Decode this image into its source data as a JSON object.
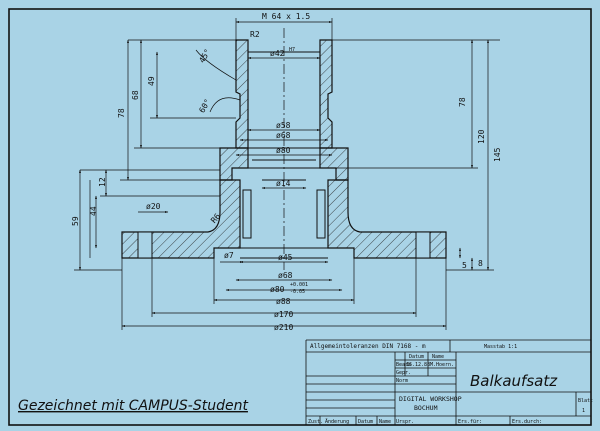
{
  "drawing": {
    "thread_label": "M 64 x 1.5",
    "radius_label": "R2",
    "dim_h78_left": "78",
    "dim_h68": "68",
    "dim_h49": "49",
    "angle_top": "45°",
    "angle_mid": "60°",
    "dia_42": "ø42",
    "dia_42_tol": "H7",
    "dia_58": "ø58",
    "dia_68_upper": "ø68",
    "dia_80_upper": "ø80",
    "dim_h78_right": "78",
    "dim_h120": "120",
    "dim_h145": "145",
    "dim_h12": "12",
    "dia_14": "ø14",
    "dim_h44": "44",
    "dim_h59": "59",
    "dia_20": "ø20",
    "radius_r6": "R6",
    "dia_7": "ø7",
    "dia_45": "ø45",
    "dim_h5": "5",
    "dim_h8": "8",
    "dia_68_lower": "ø68",
    "dia_80_fit": "ø80",
    "dia_80_tol_upper": "+0.001",
    "dia_80_tol_lower": "-0.05",
    "dia_88": "ø88",
    "dia_170": "ø170",
    "dia_210": "ø210"
  },
  "title_block": {
    "tolerance_note": "Allgemeintoleranzen DIN 7168 - m",
    "scale_label": "Masstab 1:1",
    "col_datum": "Datum",
    "col_name": "Name",
    "row_bearb": "Bearb",
    "bearb_date": "16.12.88",
    "bearb_name": "M.Hoern.",
    "row_gepr": "Gepr.",
    "row_norm": "Norm",
    "company_line1": "DIGITAL WORKSHOP",
    "company_line2": "BOCHUM",
    "part_title": "Balkaufsatz",
    "sheet_label": "Blatt",
    "sheet_number": "1",
    "foot_zust": "Zust.",
    "foot_aenderung": "Änderung",
    "foot_datum": "Datum",
    "foot_name": "Name",
    "foot_urspr": "Urspr.",
    "foot_ers_fuer": "Ers.für:",
    "foot_ers_durch": "Ers.durch:"
  },
  "signature": "Gezeichnet mit CAMPUS-Student"
}
